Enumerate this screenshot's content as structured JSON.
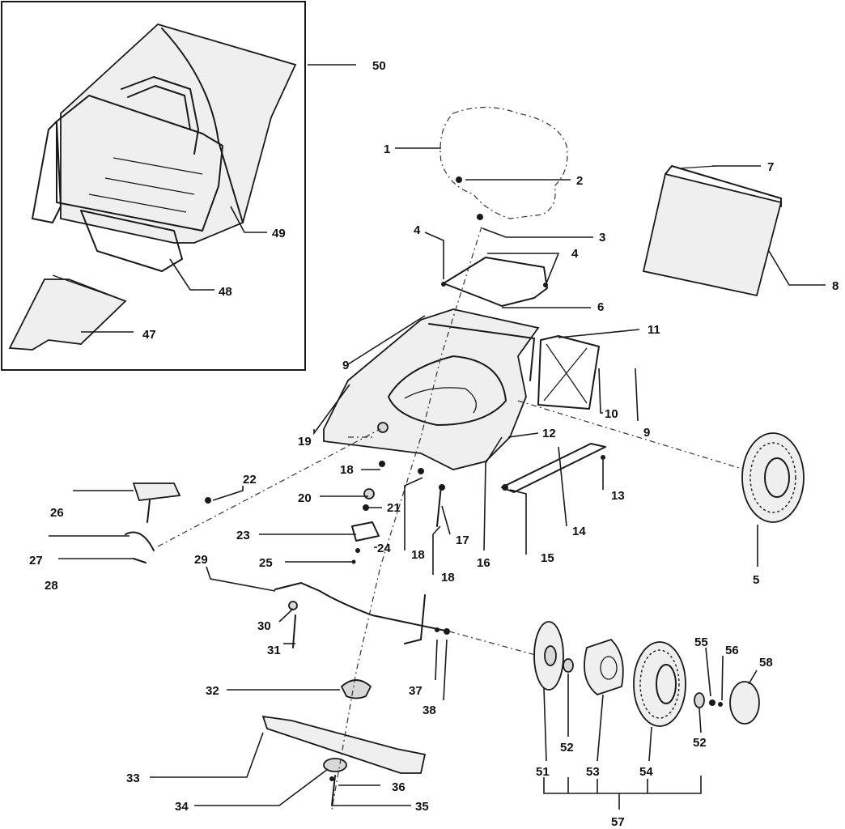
{
  "parts": [
    {
      "id": "p1",
      "label": "1"
    },
    {
      "id": "p2",
      "label": "2"
    },
    {
      "id": "p3",
      "label": "3"
    },
    {
      "id": "p4a",
      "label": "4"
    },
    {
      "id": "p4b",
      "label": "4"
    },
    {
      "id": "p5",
      "label": "5"
    },
    {
      "id": "p6",
      "label": "6"
    },
    {
      "id": "p7",
      "label": "7"
    },
    {
      "id": "p8",
      "label": "8"
    },
    {
      "id": "p9a",
      "label": "9"
    },
    {
      "id": "p9b",
      "label": "9"
    },
    {
      "id": "p10",
      "label": "10"
    },
    {
      "id": "p11",
      "label": "11"
    },
    {
      "id": "p12",
      "label": "12"
    },
    {
      "id": "p13",
      "label": "13"
    },
    {
      "id": "p14",
      "label": "14"
    },
    {
      "id": "p15",
      "label": "15"
    },
    {
      "id": "p16",
      "label": "16"
    },
    {
      "id": "p17",
      "label": "17"
    },
    {
      "id": "p18a",
      "label": "18"
    },
    {
      "id": "p18b",
      "label": "18"
    },
    {
      "id": "p18c",
      "label": "18"
    },
    {
      "id": "p19",
      "label": "19"
    },
    {
      "id": "p20",
      "label": "20"
    },
    {
      "id": "p21",
      "label": "21"
    },
    {
      "id": "p22",
      "label": "22"
    },
    {
      "id": "p23",
      "label": "23"
    },
    {
      "id": "p24",
      "label": "24"
    },
    {
      "id": "p25",
      "label": "25"
    },
    {
      "id": "p26",
      "label": "26"
    },
    {
      "id": "p27",
      "label": "27"
    },
    {
      "id": "p28",
      "label": "28"
    },
    {
      "id": "p29",
      "label": "29"
    },
    {
      "id": "p30",
      "label": "30"
    },
    {
      "id": "p31",
      "label": "31"
    },
    {
      "id": "p32",
      "label": "32"
    },
    {
      "id": "p33",
      "label": "33"
    },
    {
      "id": "p34",
      "label": "34"
    },
    {
      "id": "p35",
      "label": "35"
    },
    {
      "id": "p36",
      "label": "36"
    },
    {
      "id": "p37",
      "label": "37"
    },
    {
      "id": "p38",
      "label": "38"
    },
    {
      "id": "p47",
      "label": "47"
    },
    {
      "id": "p48",
      "label": "48"
    },
    {
      "id": "p49",
      "label": "49"
    },
    {
      "id": "p50",
      "label": "50"
    },
    {
      "id": "p51",
      "label": "51"
    },
    {
      "id": "p52a",
      "label": "52"
    },
    {
      "id": "p52b",
      "label": "52"
    },
    {
      "id": "p53",
      "label": "53"
    },
    {
      "id": "p54",
      "label": "54"
    },
    {
      "id": "p55",
      "label": "55"
    },
    {
      "id": "p56",
      "label": "56"
    },
    {
      "id": "p57",
      "label": "57"
    },
    {
      "id": "p58",
      "label": "58"
    }
  ]
}
